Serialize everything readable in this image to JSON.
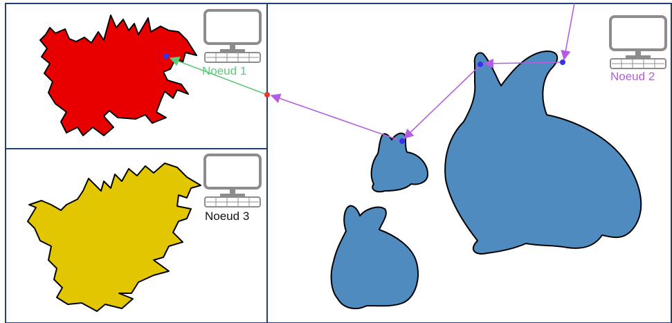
{
  "nodes": [
    {
      "id": "node-1",
      "label": "Noeud 1",
      "label_color": "#5fc97a"
    },
    {
      "id": "node-2",
      "label": "Noeud 2",
      "label_color": "#b35ee0"
    },
    {
      "id": "node-3",
      "label": "Noeud 3",
      "label_color": "#111111"
    }
  ],
  "colors": {
    "border": "#1f3f7a",
    "red_dragon": "#e80000",
    "yellow_dragon": "#e2c700",
    "bunny": "#4f8bbf",
    "arrow_purple": "#b35ee0",
    "arrow_green": "#5fc97a",
    "point_blue": "#3333ee",
    "point_red": "#ee3333",
    "computer_gray": "#8c8c8c"
  },
  "icons": [
    "computer-icon",
    "computer-icon",
    "computer-icon"
  ]
}
